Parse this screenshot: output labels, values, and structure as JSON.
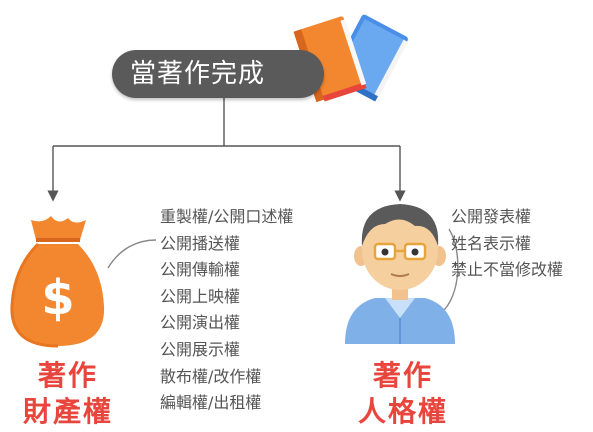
{
  "header": {
    "title": "當著作完成"
  },
  "left_branch": {
    "label_line1": "著作",
    "label_line2": "財產權",
    "icon": "money-bag-icon",
    "items": [
      "重製權/公開口述權",
      "公開播送權",
      "公開傳輸權",
      "公開上映權",
      "公開演出權",
      "公開展示權",
      "散布權/改作權",
      "編輯權/出租權"
    ]
  },
  "right_branch": {
    "label_line1": "著作",
    "label_line2": "人格權",
    "icon": "person-icon",
    "items": [
      "公開發表權",
      "姓名表示權",
      "禁止不當修改權"
    ]
  },
  "colors": {
    "pill": "#5a5a5a",
    "accent_red": "#e8453c",
    "bag_orange": "#f2872f",
    "text_gray": "#555555"
  }
}
